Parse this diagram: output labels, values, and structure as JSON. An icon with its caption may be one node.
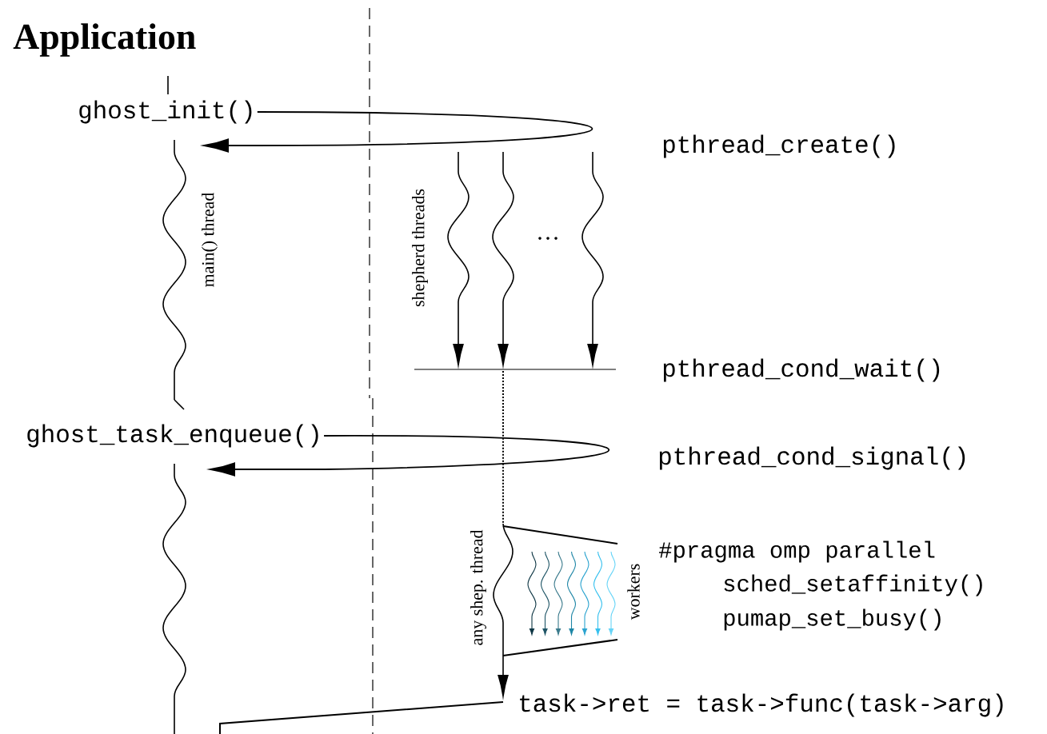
{
  "diagram": {
    "nodes": [
      {
        "text": [
          "ghost_init()"
        ]
      },
      {
        "text": [
          "pthread_create()"
        ]
      },
      {
        "text": [
          "pthread_cond_wait()"
        ]
      },
      {
        "text": [
          "ghost_task_enqueue()"
        ]
      },
      {
        "text": [
          "pthread_cond_signal()"
        ]
      },
      {
        "text": [
          "task->ret = task->func(task->arg)"
        ]
      }
    ],
    "edges": [
      {
        "from": 0,
        "to": 0,
        "arrow": "to"
      },
      {
        "from": 3,
        "to": 3,
        "arrow": "to"
      }
    ],
    "labels": [
      "Application",
      "main() thread",
      "shepherd threads",
      "…",
      "any shep. thread",
      "workers",
      "#pragma omp parallel",
      "sched_setaffinity()",
      "pumap_set_busy()"
    ]
  }
}
